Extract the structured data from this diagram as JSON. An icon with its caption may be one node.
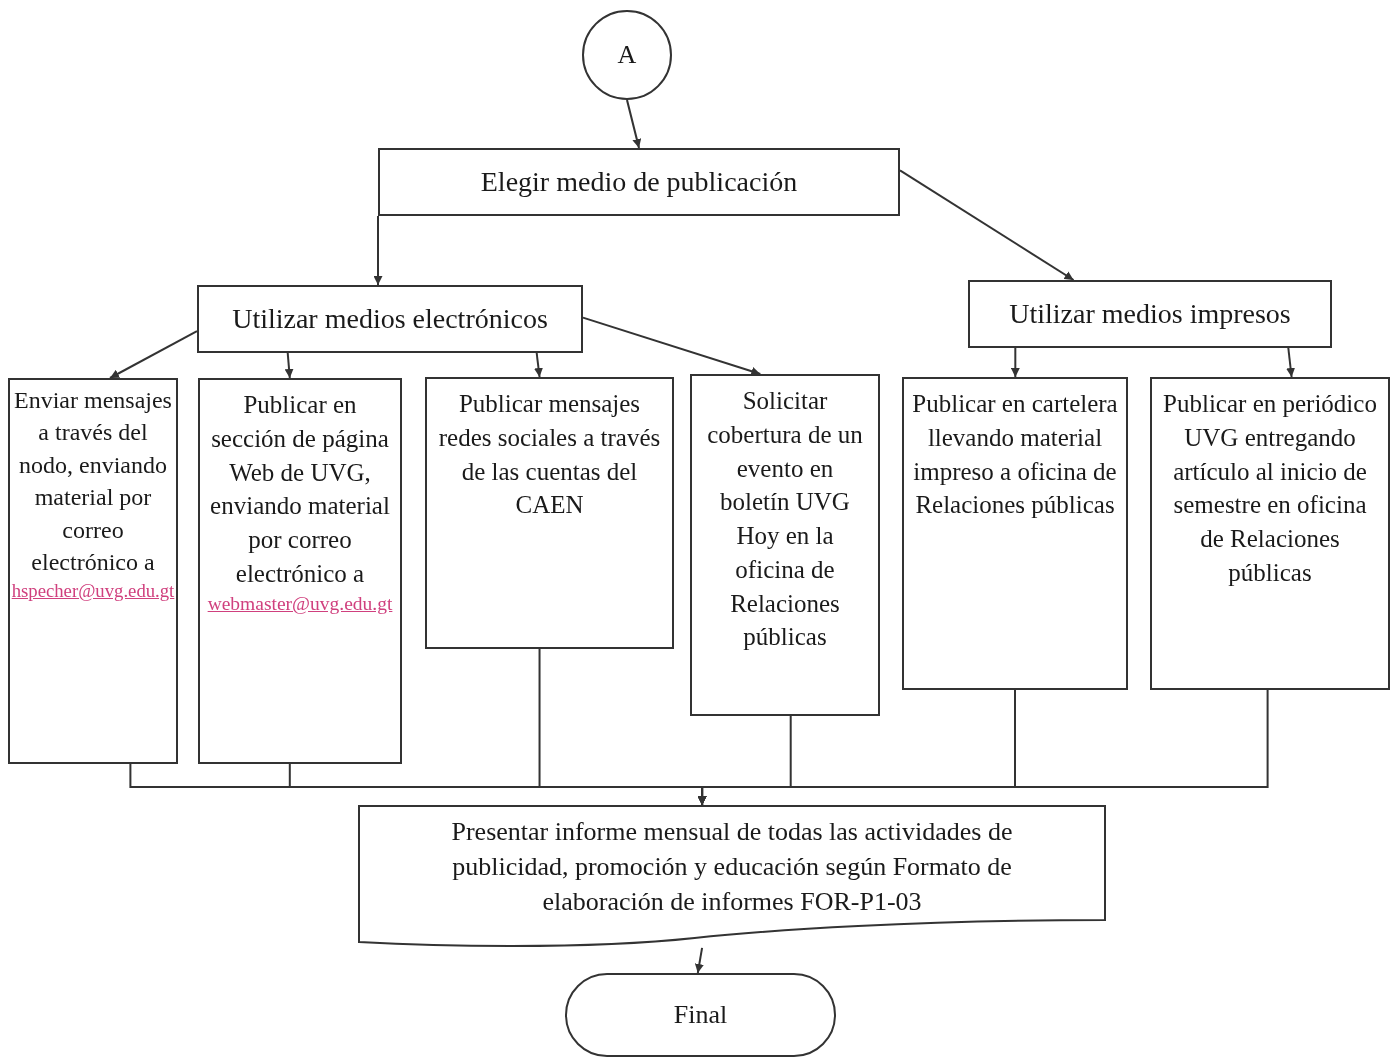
{
  "diagram": {
    "nodes": [
      {
        "text": [
          "A"
        ]
      },
      {
        "text": [
          "Elegir medio de publicación"
        ]
      },
      {
        "text": [
          "Utilizar medios electrónicos"
        ]
      },
      {
        "text": [
          "Utilizar medios impresos"
        ]
      },
      {
        "text": [
          "Enviar mensajes a través del nodo, enviando material por correo electrónico a",
          "hspecher@uvg.edu.gt"
        ]
      },
      {
        "text": [
          "Publicar en sección de página Web de UVG, enviando material por correo electrónico a",
          "webmaster@uvg.edu.gt"
        ]
      },
      {
        "text": [
          "Publicar mensajes redes sociales a través de las cuentas del CAEN"
        ]
      },
      {
        "text": [
          "Solicitar cobertura de un evento en boletín UVG Hoy en la oficina de Relaciones públicas"
        ]
      },
      {
        "text": [
          "Publicar en cartelera llevando material impreso a oficina de Relaciones públicas"
        ]
      },
      {
        "text": [
          "Publicar en periódico UVG entregando artículo al inicio de semestre en oficina de Relaciones públicas"
        ]
      },
      {
        "text": [
          "Presentar informe mensual de todas las actividades de publicidad, promoción y educación según Formato de elaboración de informes FOR-P1-03"
        ]
      },
      {
        "text": [
          "Final"
        ]
      }
    ],
    "edges": [
      {
        "from": 0,
        "to": 1,
        "arrow": "to"
      },
      {
        "from": 1,
        "to": 2,
        "arrow": "to"
      },
      {
        "from": 1,
        "to": 3,
        "arrow": "to"
      },
      {
        "from": 2,
        "to": 4,
        "arrow": "to"
      },
      {
        "from": 2,
        "to": 5,
        "arrow": "to"
      },
      {
        "from": 2,
        "to": 6,
        "arrow": "to"
      },
      {
        "from": 2,
        "to": 7,
        "arrow": "to"
      },
      {
        "from": 3,
        "to": 8,
        "arrow": "to"
      },
      {
        "from": 3,
        "to": 9,
        "arrow": "to"
      },
      {
        "from": 4,
        "to": 10,
        "arrow": "to"
      },
      {
        "from": 5,
        "to": 10,
        "arrow": "to"
      },
      {
        "from": 6,
        "to": 10,
        "arrow": "to"
      },
      {
        "from": 7,
        "to": 10,
        "arrow": "to"
      },
      {
        "from": 8,
        "to": 10,
        "arrow": "to"
      },
      {
        "from": 9,
        "to": 10,
        "arrow": "to"
      },
      {
        "from": 10,
        "to": 11,
        "arrow": "to"
      }
    ]
  }
}
